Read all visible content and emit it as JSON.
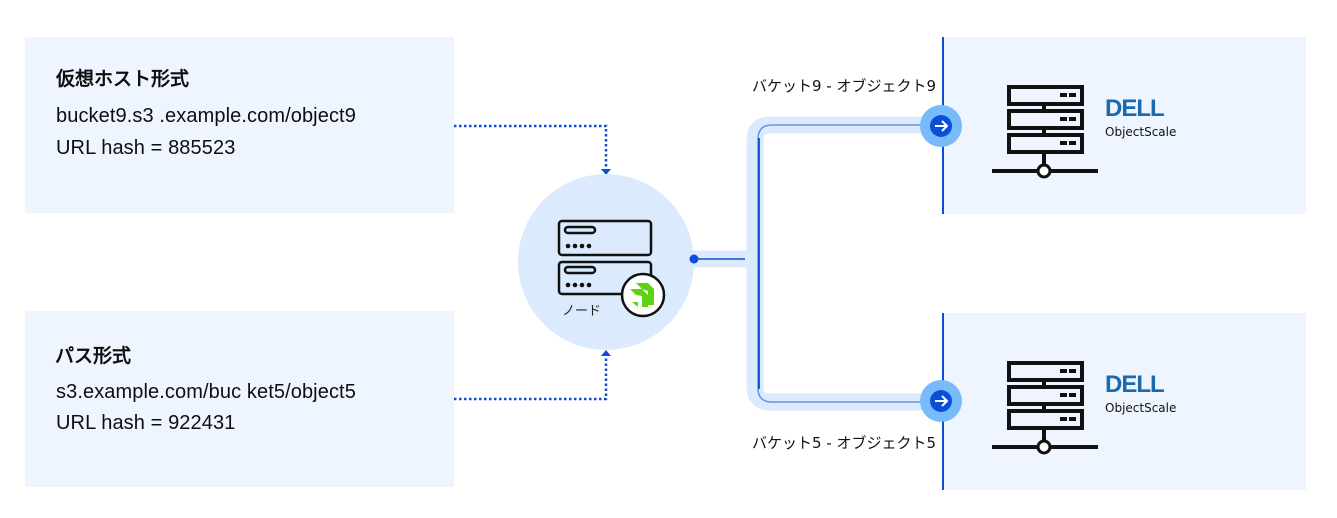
{
  "colors": {
    "panel_bg": "#eef5fe",
    "accent_blue": "#0a4fd6",
    "pipe_light": "#dbeafd",
    "node_circle": "#dbeafd",
    "arrow_badge_outer": "#77bbfb",
    "arrow_badge_inner": "#0a4fd6",
    "node_badge_green": "#5ed314",
    "dell_blue": "#1b6aaf"
  },
  "left_panels": [
    {
      "title": "仮想ホスト形式",
      "url": "bucket9.s3 .example.com/object9",
      "hash": "URL hash = 885523"
    },
    {
      "title": "パス形式",
      "url": "s3.example.com/buc ket5/object5",
      "hash": "URL hash = 922431"
    }
  ],
  "node": {
    "label": "ノード",
    "icon": "server-icon",
    "badge_icon": "green-arrow-badge-icon"
  },
  "routes": [
    {
      "label": "バケット9 - オブジェクト9",
      "icon": "arrow-right-circle-icon"
    },
    {
      "label": "バケット5 - オブジェクト5",
      "icon": "arrow-right-circle-icon"
    }
  ],
  "right_panels": [
    {
      "brand": "DELL",
      "product": "ObjectScale",
      "icon": "server-rack-network-icon"
    },
    {
      "brand": "DELL",
      "product": "ObjectScale",
      "icon": "server-rack-network-icon"
    }
  ]
}
